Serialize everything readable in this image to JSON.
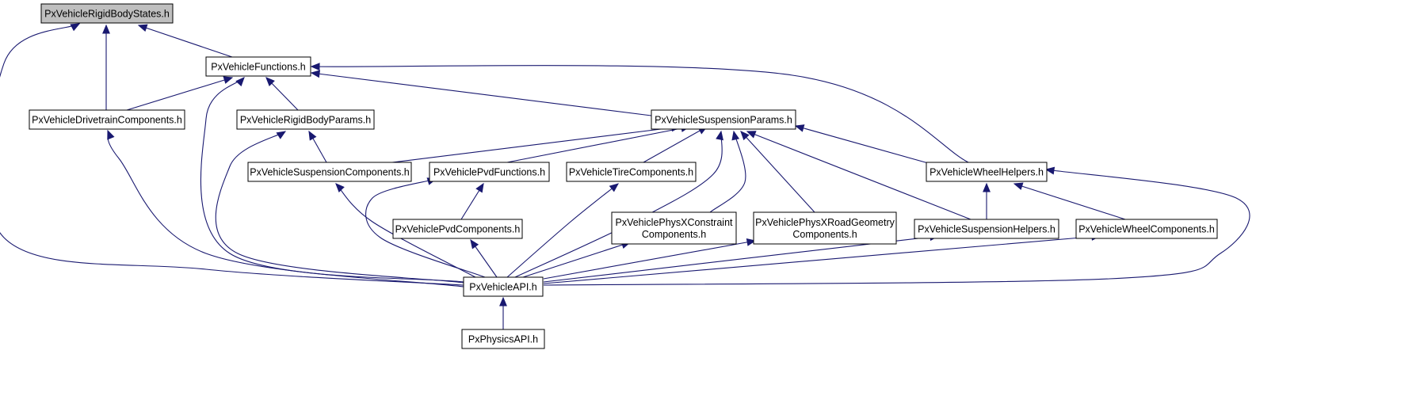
{
  "diagram": {
    "nodes": [
      {
        "id": "rigidbodystates",
        "lines": [
          "PxVehicleRigidBodyStates.h"
        ],
        "current": true
      },
      {
        "id": "functions",
        "lines": [
          "PxVehicleFunctions.h"
        ]
      },
      {
        "id": "drivetrain",
        "lines": [
          "PxVehicleDrivetrainComponents.h"
        ]
      },
      {
        "id": "rigidbodyparams",
        "lines": [
          "PxVehicleRigidBodyParams.h"
        ]
      },
      {
        "id": "suspensionparams",
        "lines": [
          "PxVehicleSuspensionParams.h"
        ]
      },
      {
        "id": "suspensioncomponents",
        "lines": [
          "PxVehicleSuspensionComponents.h"
        ]
      },
      {
        "id": "pvdfunctions",
        "lines": [
          "PxVehiclePvdFunctions.h"
        ]
      },
      {
        "id": "tirecomponents",
        "lines": [
          "PxVehicleTireComponents.h"
        ]
      },
      {
        "id": "wheelhelpers",
        "lines": [
          "PxVehicleWheelHelpers.h"
        ]
      },
      {
        "id": "pvdcomponents",
        "lines": [
          "PxVehiclePvdComponents.h"
        ]
      },
      {
        "id": "physxconstraint",
        "lines": [
          "PxVehiclePhysXConstraint",
          "Components.h"
        ]
      },
      {
        "id": "physxroadgeometry",
        "lines": [
          "PxVehiclePhysXRoadGeometry",
          "Components.h"
        ]
      },
      {
        "id": "suspensionhelpers",
        "lines": [
          "PxVehicleSuspensionHelpers.h"
        ]
      },
      {
        "id": "wheelcomponents",
        "lines": [
          "PxVehicleWheelComponents.h"
        ]
      },
      {
        "id": "vehicleapi",
        "lines": [
          "PxVehicleAPI.h"
        ]
      },
      {
        "id": "physicsapi",
        "lines": [
          "PxPhysicsAPI.h"
        ]
      }
    ],
    "edges": [
      {
        "from": "functions",
        "to": "rigidbodystates"
      },
      {
        "from": "drivetrain",
        "to": "rigidbodystates"
      },
      {
        "from": "vehicleapi",
        "to": "rigidbodystates"
      },
      {
        "from": "drivetrain",
        "to": "functions"
      },
      {
        "from": "rigidbodyparams",
        "to": "functions"
      },
      {
        "from": "suspensionparams",
        "to": "functions"
      },
      {
        "from": "wheelhelpers",
        "to": "functions"
      },
      {
        "from": "vehicleapi",
        "to": "functions"
      },
      {
        "from": "suspensioncomponents",
        "to": "rigidbodyparams"
      },
      {
        "from": "vehicleapi",
        "to": "rigidbodyparams"
      },
      {
        "from": "suspensioncomponents",
        "to": "suspensionparams"
      },
      {
        "from": "pvdfunctions",
        "to": "suspensionparams"
      },
      {
        "from": "tirecomponents",
        "to": "suspensionparams"
      },
      {
        "from": "physxconstraint",
        "to": "suspensionparams"
      },
      {
        "from": "physxroadgeometry",
        "to": "suspensionparams"
      },
      {
        "from": "suspensionhelpers",
        "to": "suspensionparams"
      },
      {
        "from": "wheelhelpers",
        "to": "suspensionparams"
      },
      {
        "from": "vehicleapi",
        "to": "suspensionparams"
      },
      {
        "from": "vehicleapi",
        "to": "drivetrain"
      },
      {
        "from": "vehicleapi",
        "to": "suspensioncomponents"
      },
      {
        "from": "pvdcomponents",
        "to": "pvdfunctions"
      },
      {
        "from": "vehicleapi",
        "to": "pvdfunctions"
      },
      {
        "from": "vehicleapi",
        "to": "tirecomponents"
      },
      {
        "from": "suspensionhelpers",
        "to": "wheelhelpers"
      },
      {
        "from": "wheelcomponents",
        "to": "wheelhelpers"
      },
      {
        "from": "vehicleapi",
        "to": "wheelhelpers"
      },
      {
        "from": "vehicleapi",
        "to": "pvdcomponents"
      },
      {
        "from": "vehicleapi",
        "to": "physxconstraint"
      },
      {
        "from": "vehicleapi",
        "to": "physxroadgeometry"
      },
      {
        "from": "vehicleapi",
        "to": "suspensionhelpers"
      },
      {
        "from": "vehicleapi",
        "to": "wheelcomponents"
      },
      {
        "from": "physicsapi",
        "to": "vehicleapi"
      }
    ]
  },
  "colors": {
    "edge": "#191970",
    "node_border": "#000000",
    "node_fill": "#ffffff",
    "current_node_fill": "#bfbfbf"
  }
}
